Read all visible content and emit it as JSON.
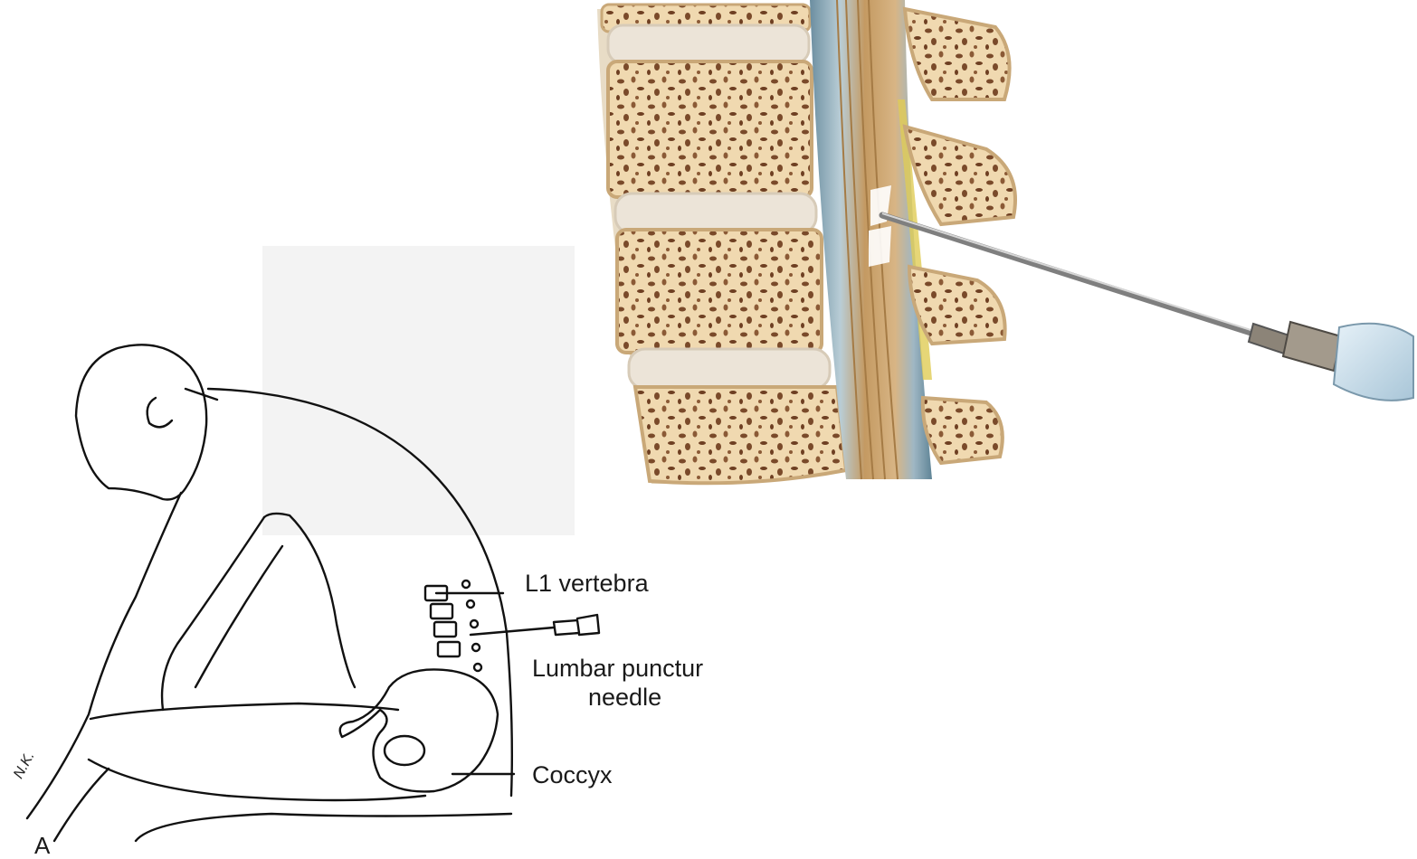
{
  "labels": {
    "l1_vertebra": "L1 vertebra",
    "needle_line1": "Lumbar punctur",
    "needle_line2": "needle",
    "coccyx": "Coccyx",
    "panel": "A",
    "artist_signature": "N.K."
  },
  "colors": {
    "bone_fill": "#f0d9b0",
    "bone_pore": "#7a4a2a",
    "disc": "#ece4d8",
    "dura_blue": "#9fb7c4",
    "nerve_roots": "#c8a06a",
    "needle": "#8a8a8a",
    "hub": "#cfe2ee",
    "line_art": "#111111"
  }
}
